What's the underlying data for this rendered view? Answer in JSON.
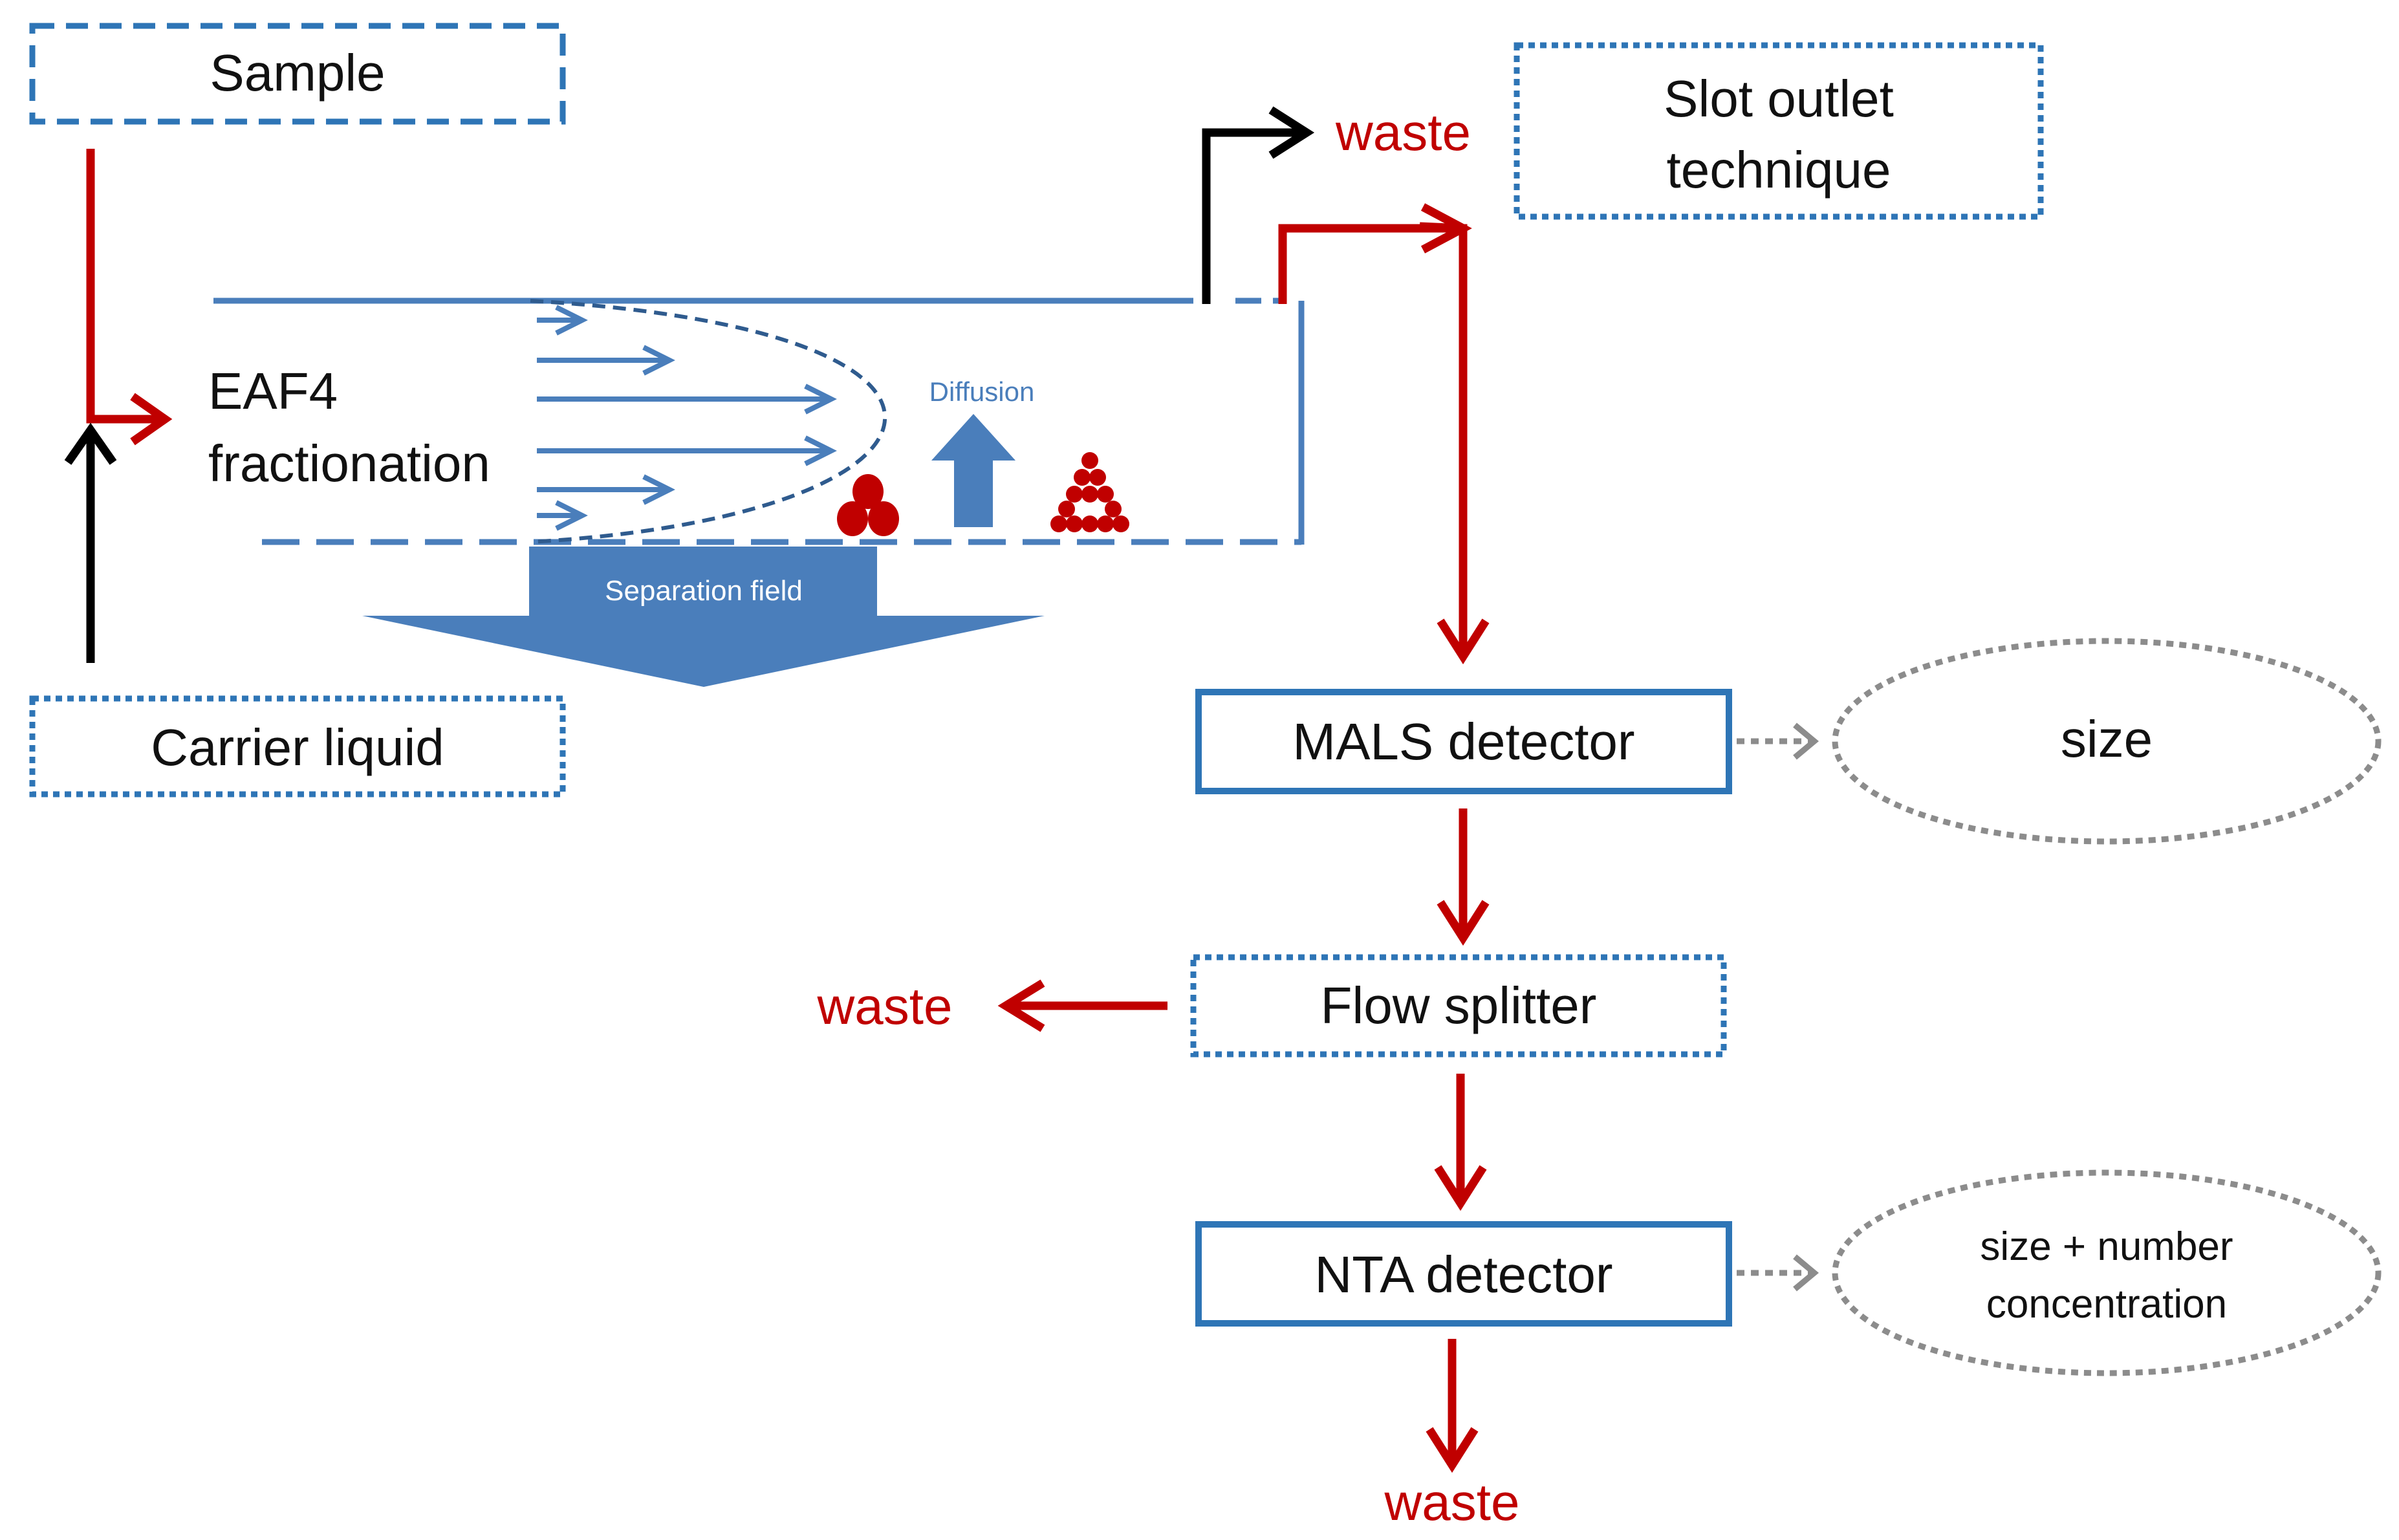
{
  "labels": {
    "sample": "Sample",
    "carrier_liquid": "Carrier liquid",
    "eaf4_line1": "EAF4",
    "eaf4_line2": "fractionation",
    "diffusion": "Diffusion",
    "separation_field": "Separation field",
    "slot_outlet_line1": "Slot outlet",
    "slot_outlet_line2": "technique",
    "waste_top": "waste",
    "mals_detector": "MALS detector",
    "mals_output": "size",
    "flow_splitter": "Flow splitter",
    "waste_splitter": "waste",
    "nta_detector": "NTA detector",
    "nta_output_line1": "size + number",
    "nta_output_line2": "concentration",
    "waste_bottom": "waste"
  },
  "colors": {
    "box_blue": "#2e75b6",
    "channel_blue": "#4a7ebb",
    "flow_red": "#c00000",
    "flow_black": "#000000",
    "output_gray": "#8c8c8c"
  }
}
